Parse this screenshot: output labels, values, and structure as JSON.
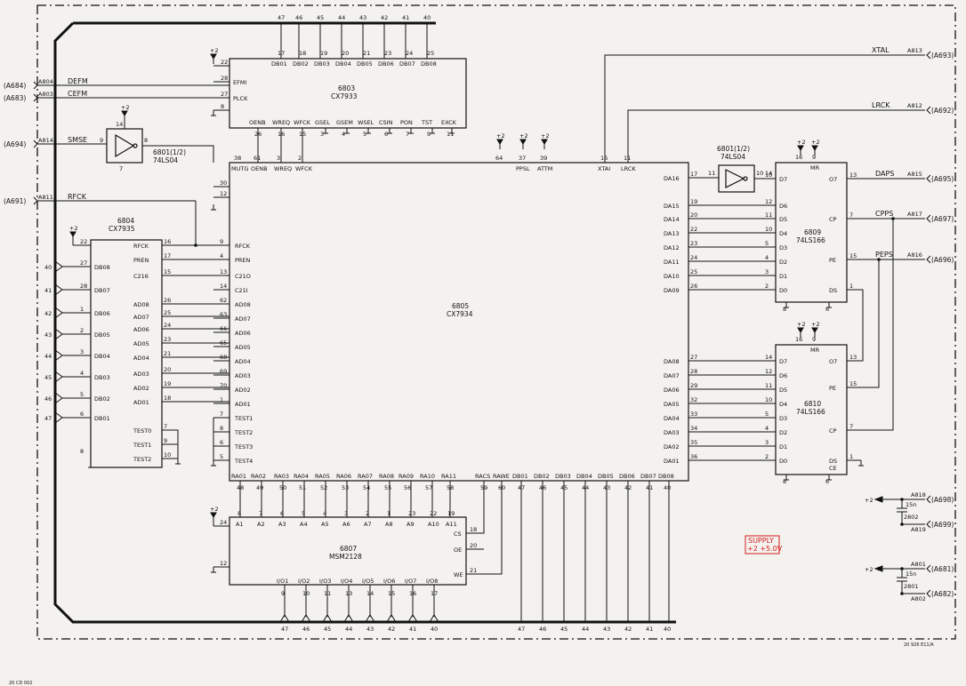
{
  "sheet": {
    "drawing_number": "20 926 E11/A",
    "corner_note": "20 CD 002"
  },
  "supply": {
    "label": "SUPPLY",
    "value": "+2 +5.0V"
  },
  "top_bus_numbers": [
    "47",
    "46",
    "45",
    "44",
    "43",
    "42",
    "41",
    "40"
  ],
  "ic6803": {
    "ref": "6803",
    "part": "CX7933",
    "top_pins": [
      {
        "n": "17",
        "name": "DB01"
      },
      {
        "n": "18",
        "name": "DB02"
      },
      {
        "n": "19",
        "name": "DB03"
      },
      {
        "n": "20",
        "name": "DB04"
      },
      {
        "n": "21",
        "name": "DB05"
      },
      {
        "n": "23",
        "name": "DB06"
      },
      {
        "n": "24",
        "name": "DB07"
      },
      {
        "n": "25",
        "name": "DB08"
      }
    ],
    "left_pins": [
      {
        "n": "22",
        "name": ""
      },
      {
        "n": "28",
        "name": "EFMI"
      },
      {
        "n": "27",
        "name": "PLCK"
      },
      {
        "n": "8",
        "name": ""
      }
    ],
    "bottom_pins": [
      {
        "n": "26",
        "name": "OENB"
      },
      {
        "n": "16",
        "name": "WREQ"
      },
      {
        "n": "15",
        "name": "WFCK"
      },
      {
        "n": "3",
        "name": "GSEL"
      },
      {
        "n": "4",
        "name": "GSEM"
      },
      {
        "n": "5",
        "name": "WSEL"
      },
      {
        "n": "6",
        "name": "CSIN"
      },
      {
        "n": "7",
        "name": "PON"
      },
      {
        "n": "9",
        "name": "TST"
      },
      {
        "n": "11",
        "name": "EXCK"
      }
    ],
    "plus2": "+2"
  },
  "inputs": [
    {
      "conn": "(A684)",
      "ref": "A804",
      "sig": "DEFM"
    },
    {
      "conn": "(A683)",
      "ref": "A803",
      "sig": "CEFM"
    },
    {
      "conn": "(A694)",
      "ref": "A814",
      "sig": "SMSE"
    },
    {
      "conn": "(A691)",
      "ref": "A811",
      "sig": "RFCK"
    }
  ],
  "ic6801a": {
    "ref": "6801(1/2)",
    "part": "74LS04",
    "pin_in": "9",
    "pin_out": "8",
    "pin_vcc": "14",
    "pin_gnd": "7",
    "plus2": "+2"
  },
  "ic6801b": {
    "ref": "6801(1/2)",
    "part": "74LS04",
    "pin_in": "11",
    "pin_out": "10",
    "pin_a": "14"
  },
  "ic6804": {
    "ref": "6804",
    "part": "CX7935",
    "plus2": "+2",
    "left": [
      {
        "n": "22",
        "name": ""
      },
      {
        "n": "27",
        "name": "DB08"
      },
      {
        "n": "28",
        "name": "DB07"
      },
      {
        "n": "1",
        "name": "DB06"
      },
      {
        "n": "2",
        "name": "DB05"
      },
      {
        "n": "3",
        "name": "DB04"
      },
      {
        "n": "4",
        "name": "DB03"
      },
      {
        "n": "5",
        "name": "DB02"
      },
      {
        "n": "6",
        "name": "DB01"
      },
      {
        "n": "8",
        "name": ""
      }
    ],
    "right": [
      {
        "n": "16",
        "name": "RFCK"
      },
      {
        "n": "17",
        "name": "PREN"
      },
      {
        "n": "15",
        "name": "C216"
      },
      {
        "n": "26",
        "name": "AD08"
      },
      {
        "n": "25",
        "name": "AD07"
      },
      {
        "n": "24",
        "name": "AD06"
      },
      {
        "n": "23",
        "name": "AD05"
      },
      {
        "n": "21",
        "name": "AD04"
      },
      {
        "n": "20",
        "name": "AD03"
      },
      {
        "n": "19",
        "name": "AD02"
      },
      {
        "n": "18",
        "name": "AD01"
      },
      {
        "n": "7",
        "name": "TEST0"
      },
      {
        "n": "9",
        "name": "TEST1"
      },
      {
        "n": "10",
        "name": "TEST2"
      }
    ],
    "bus_numbers": [
      "40",
      "41",
      "42",
      "43",
      "44",
      "45",
      "46",
      "47"
    ]
  },
  "ic6805": {
    "ref": "6805",
    "part": "CX7934",
    "top": [
      {
        "n": "38",
        "name": "MUTG"
      },
      {
        "n": "61",
        "name": "OENB"
      },
      {
        "n": "3",
        "name": "WREQ"
      },
      {
        "n": "2",
        "name": "WFCK"
      },
      {
        "n": "64",
        "name": ""
      },
      {
        "n": "37",
        "name": "PPSL"
      },
      {
        "n": "39",
        "name": "ATTM"
      },
      {
        "n": "16",
        "name": "XTAI"
      },
      {
        "n": "11",
        "name": "LRCK"
      }
    ],
    "top_plus": [
      "+2",
      "+2",
      "+2"
    ],
    "left": [
      {
        "n": "30",
        "name": ""
      },
      {
        "n": "12",
        "name": ""
      },
      {
        "n": "9",
        "name": "RFCK"
      },
      {
        "n": "4",
        "name": "PREN"
      },
      {
        "n": "13",
        "name": "C21O"
      },
      {
        "n": "14",
        "name": "C21I"
      },
      {
        "n": "62",
        "name": "AD08"
      },
      {
        "n": "63",
        "name": "AD07"
      },
      {
        "n": "66",
        "name": "AD06"
      },
      {
        "n": "65",
        "name": "AD05"
      },
      {
        "n": "68",
        "name": "AD04"
      },
      {
        "n": "69",
        "name": "AD03"
      },
      {
        "n": "70",
        "name": "AD02"
      },
      {
        "n": "1",
        "name": "AD01"
      },
      {
        "n": "7",
        "name": "TEST1"
      },
      {
        "n": "8",
        "name": "TEST2"
      },
      {
        "n": "6",
        "name": "TEST3"
      },
      {
        "n": "5",
        "name": "TEST4"
      }
    ],
    "right": [
      {
        "n": "17",
        "name": "DA16"
      },
      {
        "n": "19",
        "name": "DA15"
      },
      {
        "n": "20",
        "name": "DA14"
      },
      {
        "n": "22",
        "name": "DA13"
      },
      {
        "n": "23",
        "name": "DA12"
      },
      {
        "n": "24",
        "name": "DA11"
      },
      {
        "n": "25",
        "name": "DA10"
      },
      {
        "n": "26",
        "name": "DA09"
      },
      {
        "n": "27",
        "name": "DA08"
      },
      {
        "n": "28",
        "name": "DA07"
      },
      {
        "n": "29",
        "name": "DA06"
      },
      {
        "n": "32",
        "name": "DA05"
      },
      {
        "n": "33",
        "name": "DA04"
      },
      {
        "n": "34",
        "name": "DA03"
      },
      {
        "n": "35",
        "name": "DA02"
      },
      {
        "n": "36",
        "name": "DA01"
      }
    ],
    "bottom": [
      {
        "n": "48",
        "name": "RA01"
      },
      {
        "n": "49",
        "name": "RA02"
      },
      {
        "n": "50",
        "name": "RA03"
      },
      {
        "n": "51",
        "name": "RA04"
      },
      {
        "n": "52",
        "name": "RA05"
      },
      {
        "n": "53",
        "name": "RA06"
      },
      {
        "n": "54",
        "name": "RA07"
      },
      {
        "n": "55",
        "name": "RA08"
      },
      {
        "n": "56",
        "name": "RA09"
      },
      {
        "n": "57",
        "name": "RA10"
      },
      {
        "n": "58",
        "name": "RA11"
      },
      {
        "n": "59",
        "name": "RACS"
      },
      {
        "n": "60",
        "name": "RAWE"
      },
      {
        "n": "47",
        "name": "DB01"
      },
      {
        "n": "46",
        "name": "DB02"
      },
      {
        "n": "45",
        "name": "DB03"
      },
      {
        "n": "44",
        "name": "DB04"
      },
      {
        "n": "43",
        "name": "DB05"
      },
      {
        "n": "42",
        "name": "DB06"
      },
      {
        "n": "41",
        "name": "DB07"
      },
      {
        "n": "40",
        "name": "DB08"
      }
    ]
  },
  "ic6807": {
    "ref": "6807",
    "part": "MSM2128",
    "plus2": "+2",
    "top": [
      {
        "n": "8",
        "name": "A1"
      },
      {
        "n": "7",
        "name": "A2"
      },
      {
        "n": "6",
        "name": "A3"
      },
      {
        "n": "5",
        "name": "A4"
      },
      {
        "n": "4",
        "name": "A5"
      },
      {
        "n": "3",
        "name": "A6"
      },
      {
        "n": "2",
        "name": "A7"
      },
      {
        "n": "1",
        "name": "A8"
      },
      {
        "n": "23",
        "name": "A9"
      },
      {
        "n": "22",
        "name": "A10"
      },
      {
        "n": "19",
        "name": "A11"
      }
    ],
    "left": [
      {
        "n": "24",
        "name": ""
      },
      {
        "n": "12",
        "name": ""
      }
    ],
    "right": [
      {
        "n": "18",
        "name": "CS"
      },
      {
        "n": "20",
        "name": "OE"
      },
      {
        "n": "21",
        "name": "WE"
      }
    ],
    "bottom": [
      {
        "n": "9",
        "name": "I/O1"
      },
      {
        "n": "10",
        "name": "I/O2"
      },
      {
        "n": "11",
        "name": "I/O3"
      },
      {
        "n": "13",
        "name": "I/O4"
      },
      {
        "n": "14",
        "name": "I/O5"
      },
      {
        "n": "15",
        "name": "I/O6"
      },
      {
        "n": "16",
        "name": "I/O7"
      },
      {
        "n": "17",
        "name": "I/O8"
      }
    ],
    "bus_numbers": [
      "47",
      "46",
      "45",
      "44",
      "43",
      "42",
      "41",
      "40"
    ]
  },
  "ic6809": {
    "ref": "6809",
    "part": "74LS166",
    "plus2": [
      "+2",
      "+2"
    ],
    "top": [
      {
        "n": "16",
        "name": ""
      },
      {
        "n": "9",
        "name": "MR"
      }
    ],
    "left": [
      {
        "n": "10",
        "name": "D7"
      },
      {
        "n": "12",
        "name": "D6"
      },
      {
        "n": "11",
        "name": "D5"
      },
      {
        "n": "10",
        "name": "D4"
      },
      {
        "n": "5",
        "name": "D3"
      },
      {
        "n": "4",
        "name": "D2"
      },
      {
        "n": "3",
        "name": "D1"
      },
      {
        "n": "2",
        "name": "D0"
      }
    ],
    "right": [
      {
        "n": "13",
        "name": "O7"
      },
      {
        "n": "7",
        "name": "CP"
      },
      {
        "n": "15",
        "name": "PE"
      },
      {
        "n": "1",
        "name": "DS"
      }
    ],
    "bottom": [
      {
        "n": "8",
        "name": ""
      },
      {
        "n": "6",
        "name": ""
      }
    ]
  },
  "ic6810": {
    "ref": "6810",
    "part": "74LS166",
    "plus2": [
      "+2",
      "+2"
    ],
    "top": [
      {
        "n": "16",
        "name": ""
      },
      {
        "n": "9",
        "name": "MR"
      }
    ],
    "left": [
      {
        "n": "14",
        "name": "D7"
      },
      {
        "n": "12",
        "name": "D6"
      },
      {
        "n": "11",
        "name": "D5"
      },
      {
        "n": "10",
        "name": "D4"
      },
      {
        "n": "5",
        "name": "D3"
      },
      {
        "n": "4",
        "name": "D2"
      },
      {
        "n": "3",
        "name": "D1"
      },
      {
        "n": "2",
        "name": "D0"
      }
    ],
    "right": [
      {
        "n": "13",
        "name": "O7"
      },
      {
        "n": "15",
        "name": "PE"
      },
      {
        "n": "7",
        "name": "CP"
      },
      {
        "n": "1",
        "name": "DS"
      },
      {
        "n": "",
        "name": "CE"
      }
    ],
    "bottom": [
      {
        "n": "8",
        "name": ""
      },
      {
        "n": "6",
        "name": ""
      }
    ]
  },
  "outputs": [
    {
      "sig": "XTAL",
      "ref": "A813",
      "conn": "(A693)"
    },
    {
      "sig": "LRCK",
      "ref": "A812",
      "conn": "(A692)"
    },
    {
      "sig": "DAPS",
      "ref": "A815",
      "conn": "(A695)"
    },
    {
      "sig": "CPPS",
      "ref": "A817",
      "conn": "(A697)"
    },
    {
      "sig": "PEPS",
      "ref": "A816",
      "conn": "(A696)"
    }
  ],
  "decoupling": [
    {
      "plus": "+2",
      "cap": "15n",
      "ref": "2802",
      "a_top": "A818",
      "a_bot": "A819",
      "c_top": "(A698)",
      "c_bot": "(A699)"
    },
    {
      "plus": "+2",
      "cap": "15n",
      "ref": "2801",
      "a_top": "A801",
      "a_bot": "A802",
      "c_top": "(A681)",
      "c_bot": "(A682)"
    }
  ]
}
